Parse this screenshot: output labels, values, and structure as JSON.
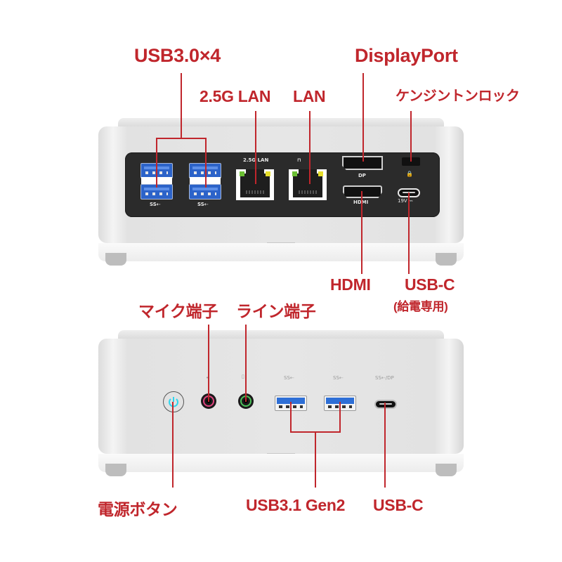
{
  "title": "Mini PC port layout",
  "accent_color": "#c0262c",
  "rear_view": {
    "callouts": {
      "usb30": "USB3.0×4",
      "lan25": "2.5G LAN",
      "lan": "LAN",
      "displayport": "DisplayPort",
      "kensington": "ケンジントンロック",
      "hdmi": "HDMI",
      "usbc": "USB-C",
      "usbc_note": "(給電専用)"
    },
    "port_markings": {
      "usb_ss_1": "SS⇠",
      "usb_ss_2": "SS⇠",
      "lan25": "2.5G LAN",
      "lan": "⊓",
      "dp": "DP",
      "hdmi": "HDMI",
      "lock": "🔒",
      "usbc_power": "19V ⎓"
    }
  },
  "front_view": {
    "callouts": {
      "mic": "マイク端子",
      "line": "ライン端子",
      "power": "電源ボタン",
      "usb31": "USB3.1 Gen2",
      "usbc": "USB-C"
    },
    "port_markings": {
      "mic_icon": "•",
      "line_icon": "▯",
      "usb_ss_1": "SS⇠",
      "usb_ss_2": "SS⇠",
      "usbc_dp": "SS⇠/DP"
    },
    "colors": {
      "power_led": "#2fd6ee",
      "mic_ring": "#e0457f",
      "line_ring": "#4cc25a",
      "usb_blue": "#2e6fd6"
    }
  }
}
